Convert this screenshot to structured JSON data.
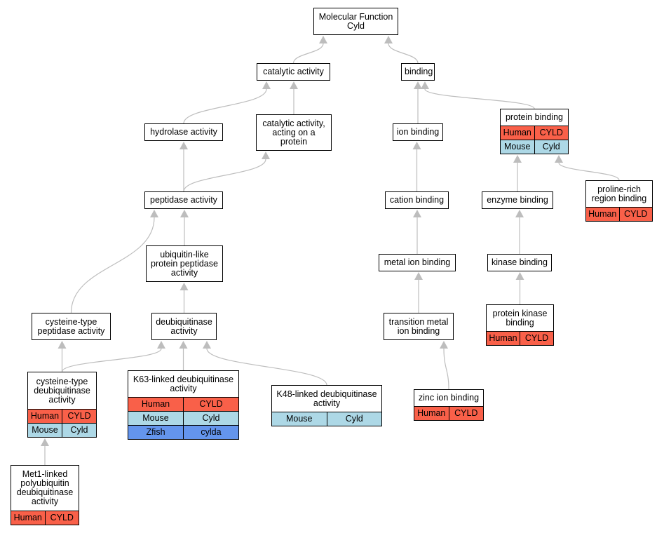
{
  "colors": {
    "human": "#f96049",
    "mouse": "#add8e6",
    "zfish": "#6495ed",
    "edge": "#bdbdbd"
  },
  "nodes": {
    "mf": {
      "lines": [
        "Molecular Function",
        "Cyld"
      ]
    },
    "catalytic": {
      "lines": [
        "catalytic activity"
      ]
    },
    "binding": {
      "lines": [
        "binding"
      ]
    },
    "hydrolase": {
      "lines": [
        "hydrolase activity"
      ]
    },
    "cat_protein": {
      "lines": [
        "catalytic activity,",
        "acting on a",
        "protein"
      ]
    },
    "ion_binding": {
      "lines": [
        "ion binding"
      ]
    },
    "protein_binding": {
      "lines": [
        "protein binding"
      ],
      "rows": [
        {
          "species": "Human",
          "gene": "CYLD"
        },
        {
          "species": "Mouse",
          "gene": "Cyld"
        }
      ]
    },
    "peptidase": {
      "lines": [
        "peptidase activity"
      ]
    },
    "cation_binding": {
      "lines": [
        "cation binding"
      ]
    },
    "enzyme_binding": {
      "lines": [
        "enzyme binding"
      ]
    },
    "proline_rich": {
      "lines": [
        "proline-rich",
        "region binding"
      ],
      "rows": [
        {
          "species": "Human",
          "gene": "CYLD"
        }
      ]
    },
    "ubl_peptidase": {
      "lines": [
        "ubiquitin-like",
        "protein peptidase",
        "activity"
      ]
    },
    "metal_ion": {
      "lines": [
        "metal ion binding"
      ]
    },
    "kinase_binding": {
      "lines": [
        "kinase binding"
      ]
    },
    "cys_peptidase": {
      "lines": [
        "cysteine-type",
        "peptidase activity"
      ]
    },
    "deubiquitinase": {
      "lines": [
        "deubiquitinase",
        "activity"
      ]
    },
    "transition_metal": {
      "lines": [
        "transition metal",
        "ion binding"
      ]
    },
    "protein_kinase": {
      "lines": [
        "protein kinase",
        "binding"
      ],
      "rows": [
        {
          "species": "Human",
          "gene": "CYLD"
        }
      ]
    },
    "cys_deub": {
      "lines": [
        "cysteine-type",
        "deubiquitinase",
        "activity"
      ],
      "rows": [
        {
          "species": "Human",
          "gene": "CYLD"
        },
        {
          "species": "Mouse",
          "gene": "Cyld"
        }
      ]
    },
    "k63": {
      "lines": [
        "K63-linked deubiquitinase",
        "activity"
      ],
      "rows": [
        {
          "species": "Human",
          "gene": "CYLD"
        },
        {
          "species": "Mouse",
          "gene": "Cyld"
        },
        {
          "species": "Zfish",
          "gene": "cylda"
        }
      ]
    },
    "k48": {
      "lines": [
        "K48-linked deubiquitinase",
        "activity"
      ],
      "rows": [
        {
          "species": "Mouse",
          "gene": "Cyld"
        }
      ]
    },
    "zinc": {
      "lines": [
        "zinc ion binding"
      ],
      "rows": [
        {
          "species": "Human",
          "gene": "CYLD"
        }
      ]
    },
    "met1": {
      "lines": [
        "Met1-linked",
        "polyubiquitin",
        "deubiquitinase",
        "activity"
      ],
      "rows": [
        {
          "species": "Human",
          "gene": "CYLD"
        }
      ]
    }
  },
  "edges": [
    [
      "catalytic",
      "mf"
    ],
    [
      "binding",
      "mf"
    ],
    [
      "hydrolase",
      "catalytic"
    ],
    [
      "cat_protein",
      "catalytic"
    ],
    [
      "ion_binding",
      "binding"
    ],
    [
      "protein_binding",
      "binding"
    ],
    [
      "peptidase",
      "hydrolase"
    ],
    [
      "peptidase",
      "cat_protein"
    ],
    [
      "cation_binding",
      "ion_binding"
    ],
    [
      "enzyme_binding",
      "protein_binding"
    ],
    [
      "proline_rich",
      "protein_binding"
    ],
    [
      "ubl_peptidase",
      "peptidase"
    ],
    [
      "cys_peptidase",
      "peptidase"
    ],
    [
      "metal_ion",
      "cation_binding"
    ],
    [
      "kinase_binding",
      "enzyme_binding"
    ],
    [
      "deubiquitinase",
      "ubl_peptidase"
    ],
    [
      "transition_metal",
      "metal_ion"
    ],
    [
      "protein_kinase",
      "kinase_binding"
    ],
    [
      "cys_deub",
      "cys_peptidase"
    ],
    [
      "cys_deub",
      "deubiquitinase"
    ],
    [
      "k63",
      "deubiquitinase"
    ],
    [
      "k48",
      "deubiquitinase"
    ],
    [
      "zinc",
      "transition_metal"
    ],
    [
      "met1",
      "cys_deub"
    ]
  ]
}
